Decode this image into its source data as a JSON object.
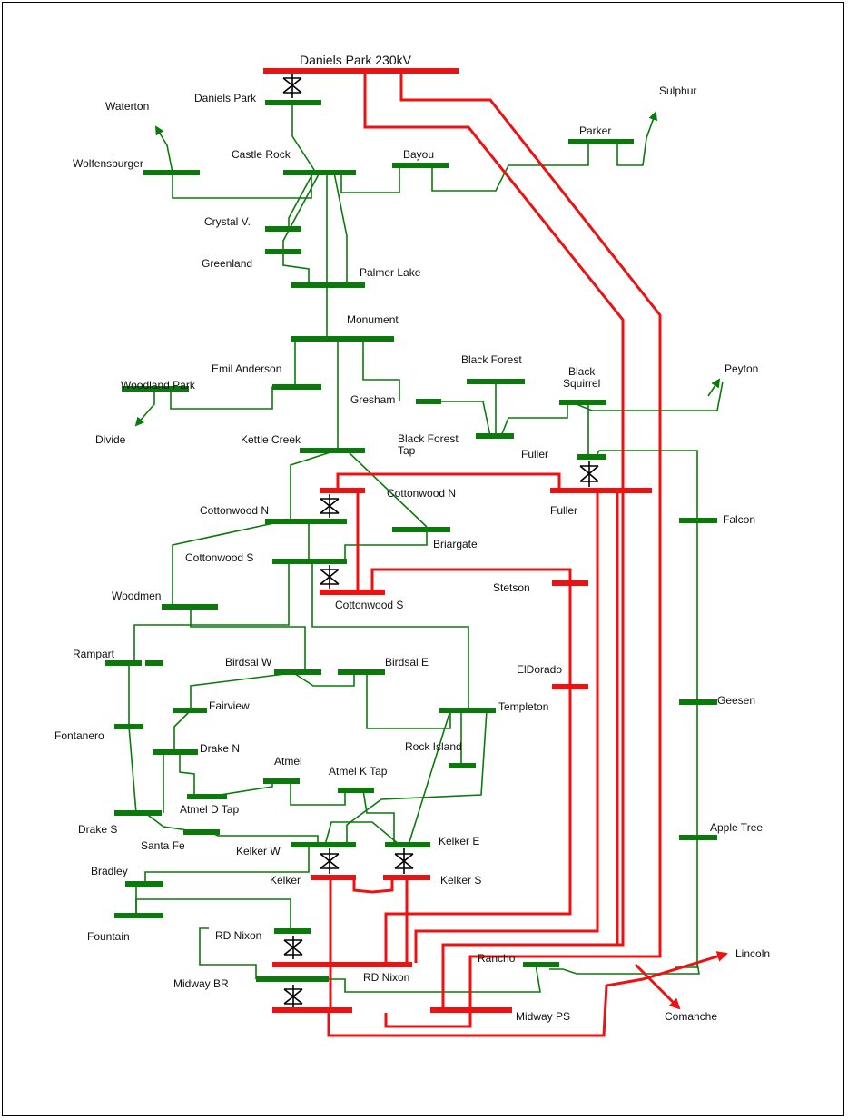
{
  "title": "Daniels Park 230kV",
  "colors": {
    "kv115": "#0a7a0a",
    "kv230": "#ee1111"
  },
  "labels": {
    "daniels_park": "Daniels Park",
    "waterton": "Waterton",
    "sulphur": "Sulphur",
    "parker": "Parker",
    "wolfensburger": "Wolfensburger",
    "castle_rock": "Castle Rock",
    "bayou": "Bayou",
    "crystal_v": "Crystal V.",
    "greenland": "Greenland",
    "palmer_lake": "Palmer Lake",
    "monument": "Monument",
    "black_forest": "Black Forest",
    "black_squirrel": "Black\nSquirrel",
    "peyton": "Peyton",
    "emil_anderson": "Emil Anderson",
    "woodland_park": "Woodland Park",
    "gresham": "Gresham",
    "divide": "Divide",
    "kettle_creek": "Kettle Creek",
    "black_forest_tap": "Black Forest\nTap",
    "fuller_115": "Fuller",
    "cottonwood_n_230": "Cottonwood N",
    "cottonwood_n_115": "Cottonwood N",
    "fuller_230": "Fuller",
    "falcon": "Falcon",
    "briargate": "Briargate",
    "cottonwood_s_115": "Cottonwood S",
    "stetson": "Stetson",
    "woodmen": "Woodmen",
    "cottonwood_s_230": "Cottonwood S",
    "rampart": "Rampart",
    "birdsal_w": "Birdsal W",
    "birdsal_e": "Birdsal E",
    "eldorado": "ElDorado",
    "fairview": "Fairview",
    "templeton": "Templeton",
    "geesen": "Geesen",
    "fontanero": "Fontanero",
    "drake_n": "Drake N",
    "rock_island": "Rock Island",
    "atmel": "Atmel",
    "atmel_k_tap": "Atmel K Tap",
    "atmel_d_tap": "Atmel D Tap",
    "drake_s": "Drake S",
    "apple_tree": "Apple Tree",
    "santa_fe": "Santa Fe",
    "kelker_w": "Kelker W",
    "kelker_e": "Kelker E",
    "bradley": "Bradley",
    "kelker": "Kelker",
    "kelker_s": "Kelker S",
    "fountain": "Fountain",
    "rd_nixon_115": "RD Nixon",
    "lincoln": "Lincoln",
    "rancho": "Rancho",
    "rd_nixon_230": "RD Nixon",
    "midway_br": "Midway BR",
    "comanche": "Comanche",
    "midway_ps": "Midway PS"
  }
}
